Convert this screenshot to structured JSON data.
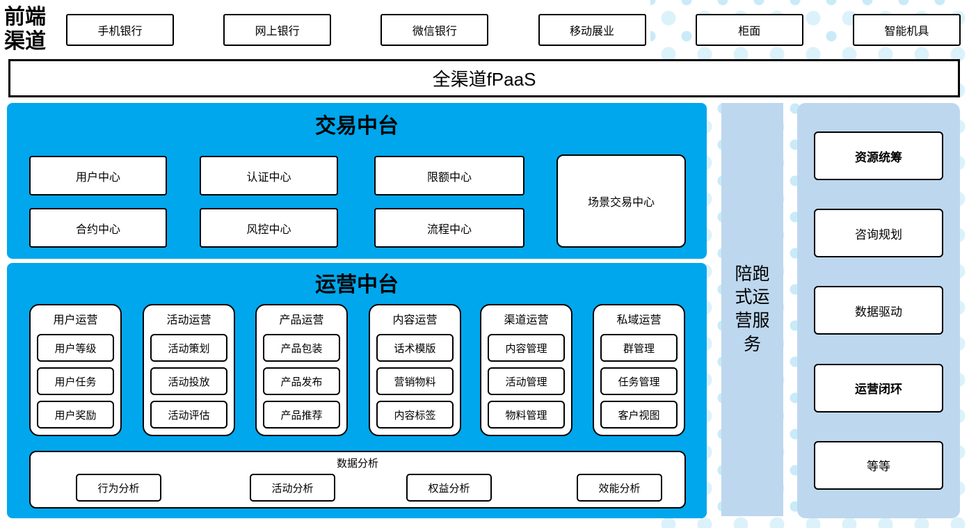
{
  "diagram": {
    "front_channels": {
      "label": "前端渠道",
      "items": [
        "手机银行",
        "网上银行",
        "微信银行",
        "移动展业",
        "柜面",
        "智能机具"
      ]
    },
    "fpaas": {
      "label": "全渠道fPaaS"
    },
    "transaction": {
      "title": "交易中台",
      "centers": [
        "用户中心",
        "认证中心",
        "限额中心",
        "合约中心",
        "风控中心",
        "流程中心"
      ],
      "scenario_center": "场景交易中心"
    },
    "operation": {
      "title": "运营中台",
      "groups": [
        {
          "title": "用户运营",
          "items": [
            "用户等级",
            "用户任务",
            "用户奖励"
          ]
        },
        {
          "title": "活动运营",
          "items": [
            "活动策划",
            "活动投放",
            "活动评估"
          ]
        },
        {
          "title": "产品运营",
          "items": [
            "产品包装",
            "产品发布",
            "产品推荐"
          ]
        },
        {
          "title": "内容运营",
          "items": [
            "话术模版",
            "营销物料",
            "内容标签"
          ]
        },
        {
          "title": "渠道运营",
          "items": [
            "内容管理",
            "活动管理",
            "物料管理"
          ]
        },
        {
          "title": "私域运营",
          "items": [
            "群管理",
            "任务管理",
            "客户视图"
          ]
        }
      ],
      "data_analysis": {
        "title": "数据分析",
        "items": [
          "行为分析",
          "活动分析",
          "权益分析",
          "效能分析"
        ]
      }
    },
    "side_service": {
      "label": "陪跑式运营服务"
    },
    "right_panel": {
      "items": [
        {
          "label": "资源统筹",
          "emphasis": true
        },
        {
          "label": "咨询规划",
          "emphasis": false
        },
        {
          "label": "数据驱动",
          "emphasis": false
        },
        {
          "label": "运营闭环",
          "emphasis": true
        },
        {
          "label": "等等",
          "emphasis": false
        }
      ]
    },
    "colors": {
      "accent_blue": "#00a7ec",
      "panel_light_blue": "#bdd7ee",
      "dot_light": "#dcf2fb",
      "dot_mid": "#c9eaf8",
      "box_border": "#000000"
    }
  }
}
